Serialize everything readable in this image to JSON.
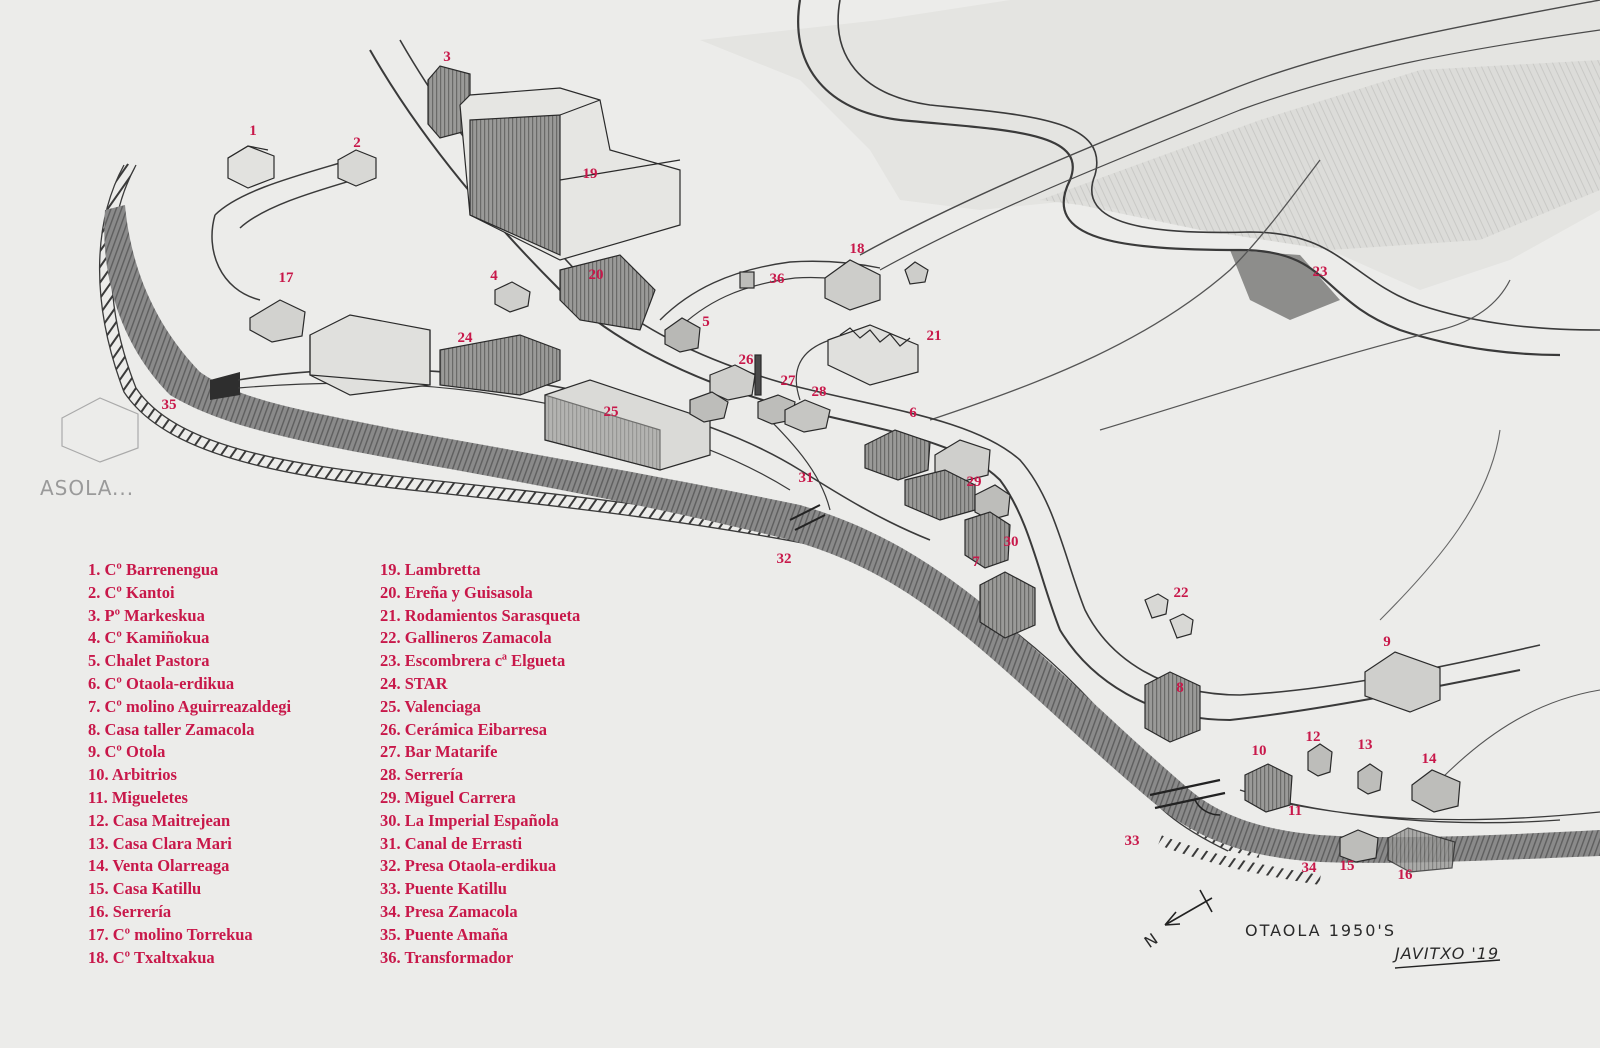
{
  "map": {
    "title_handwritten": "OTAOLA 1950'S",
    "signature": "JAVITXO '19",
    "faint_text": "ASOLA...",
    "north_label": "N",
    "colors": {
      "label": "#c8184a",
      "pencil": "#3a3a3a",
      "paper": "#ececea"
    }
  },
  "legend": {
    "column1": [
      "1. Cº Barrenengua",
      "2. Cº Kantoi",
      "3. Pº Markeskua",
      "4. Cº Kamiñokua",
      "5. Chalet Pastora",
      "6. Cº Otaola-erdikua",
      "7. Cº molino Aguirreazaldegi",
      "8. Casa taller Zamacola",
      "9. Cº Otola",
      "10. Arbitrios",
      "11. Migueletes",
      "12. Casa Maitrejean",
      "13. Casa Clara Mari",
      "14. Venta Olarreaga",
      "15. Casa Katillu",
      "16. Serrería",
      "17. Cº molino Torrekua",
      "18. Cº Txaltxakua"
    ],
    "column2": [
      "19. Lambretta",
      "20. Ereña y Guisasola",
      "21. Rodamientos Sarasqueta",
      "22. Gallineros Zamacola",
      "23. Escombrera cª Elgueta",
      "24. STAR",
      "25. Valenciaga",
      "26. Cerámica Eibarresa",
      "27. Bar Matarife",
      "28. Serrería",
      "29. Miguel Carrera",
      "30. La Imperial Española",
      "31. Canal de Errasti",
      "32. Presa Otaola-erdikua",
      "33. Puente Katillu",
      "34. Presa Zamacola",
      "35. Puente Amaña",
      "36. Transformador"
    ]
  },
  "markers": [
    "1",
    "2",
    "3",
    "4",
    "5",
    "6",
    "7",
    "8",
    "9",
    "10",
    "11",
    "12",
    "13",
    "14",
    "15",
    "16",
    "17",
    "18",
    "19",
    "20",
    "21",
    "22",
    "23",
    "24",
    "25",
    "26",
    "27",
    "28",
    "29",
    "30",
    "31",
    "32",
    "33",
    "34",
    "35",
    "36"
  ]
}
